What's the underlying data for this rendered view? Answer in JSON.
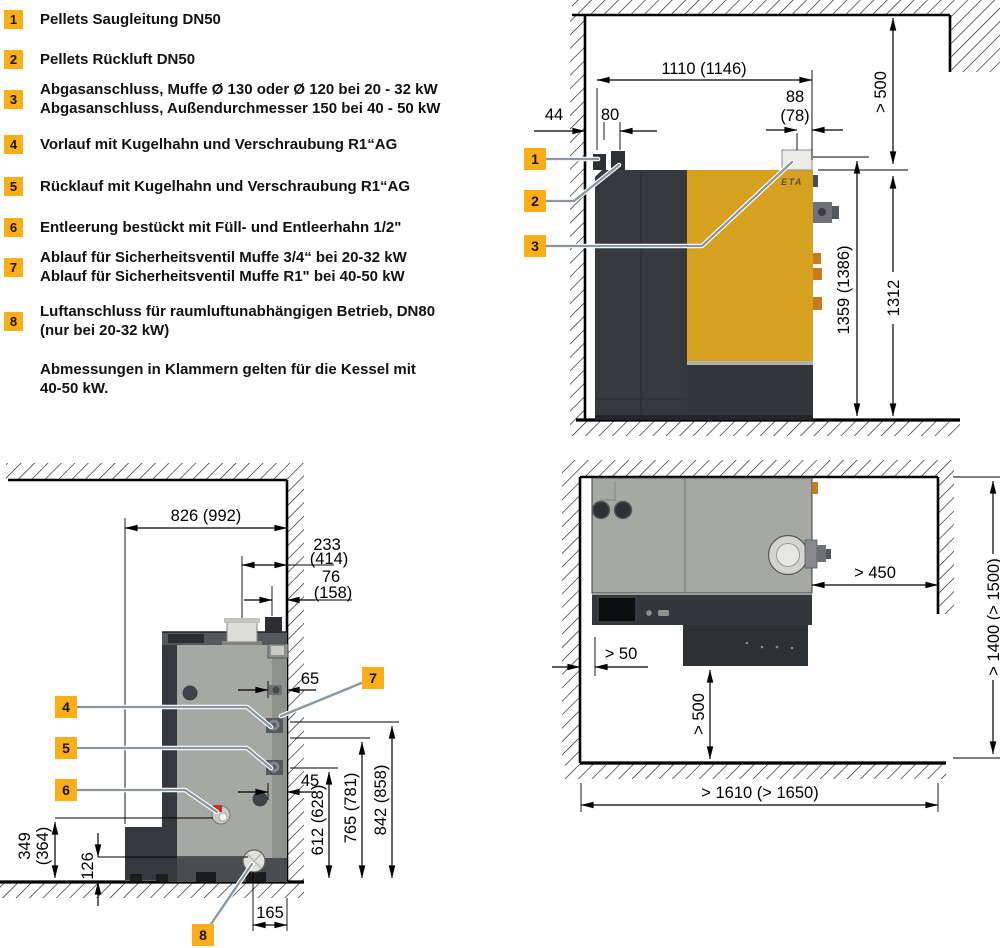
{
  "legend": {
    "items": [
      {
        "num": "1",
        "lines": [
          "Pellets Saugleitung DN50"
        ]
      },
      {
        "num": "2",
        "lines": [
          "Pellets Rückluft DN50"
        ]
      },
      {
        "num": "3",
        "lines": [
          "Abgasanschluss, Muffe Ø 130 oder Ø 120 bei 20 - 32 kW",
          "Abgasanschluss, Außendurchmesser 150 bei 40 - 50 kW"
        ]
      },
      {
        "num": "4",
        "lines": [
          "Vorlauf mit Kugelhahn und Verschraubung R1“AG"
        ]
      },
      {
        "num": "5",
        "lines": [
          "Rücklauf mit Kugelhahn und Verschraubung R1“AG"
        ]
      },
      {
        "num": "6",
        "lines": [
          "Entleerung bestückt mit Füll- und Entleerhahn 1/2\""
        ]
      },
      {
        "num": "7",
        "lines": [
          "Ablauf für Sicherheitsventil Muffe 3/4“ bei 20-32 kW",
          "Ablauf für Sicherheitsventil Muffe R1\" bei 40-50 kW"
        ]
      },
      {
        "num": "8",
        "lines": [
          "Luftanschluss für raumluftunabhängigen Betrieb, DN80",
          "(nur bei 20-32 kW)"
        ]
      }
    ],
    "note_lines": [
      "Abmessungen in Klammern gelten für die Kessel mit",
      "40-50 kW."
    ]
  },
  "front_view": {
    "logo": "ETA",
    "callouts": [
      "1",
      "2",
      "3"
    ],
    "dims": {
      "top_width": "1110 (1146)",
      "flue_w1": "88",
      "flue_w2": "(78)",
      "left_gap": "44",
      "pipe_gap": "80",
      "top_clear": "> 500",
      "h_flue": "1359 (1386)",
      "h_total": "1312"
    }
  },
  "side_view": {
    "callouts": [
      "4",
      "5",
      "6",
      "7",
      "8"
    ],
    "dims": {
      "depth": "826 (992)",
      "flue_x1": "233",
      "flue_x2": "(414)",
      "pipe_x1": "76",
      "pipe_x2": "(158)",
      "sv_off": "65",
      "rl_off": "45",
      "h_rl": "612 (628)",
      "h_vl": "765 (781)",
      "h_sv": "842 (858)",
      "drain_h1": "349",
      "drain_h2": "(364)",
      "flue_h": "126",
      "flue_back": "165"
    }
  },
  "top_view": {
    "dims": {
      "right_clear": "> 450",
      "front_total": "> 1400 (> 1500)",
      "front_clear": "> 500",
      "left_clear": "> 50",
      "total_width": "> 1610 (> 1650)"
    }
  },
  "colors": {
    "callout_yellow": "#FBAE17",
    "boiler_yellow": "#D6A11E",
    "boiler_dark": "#35383C",
    "body_gray": "#A6A8A3",
    "leader_line": "#8A97A0"
  }
}
